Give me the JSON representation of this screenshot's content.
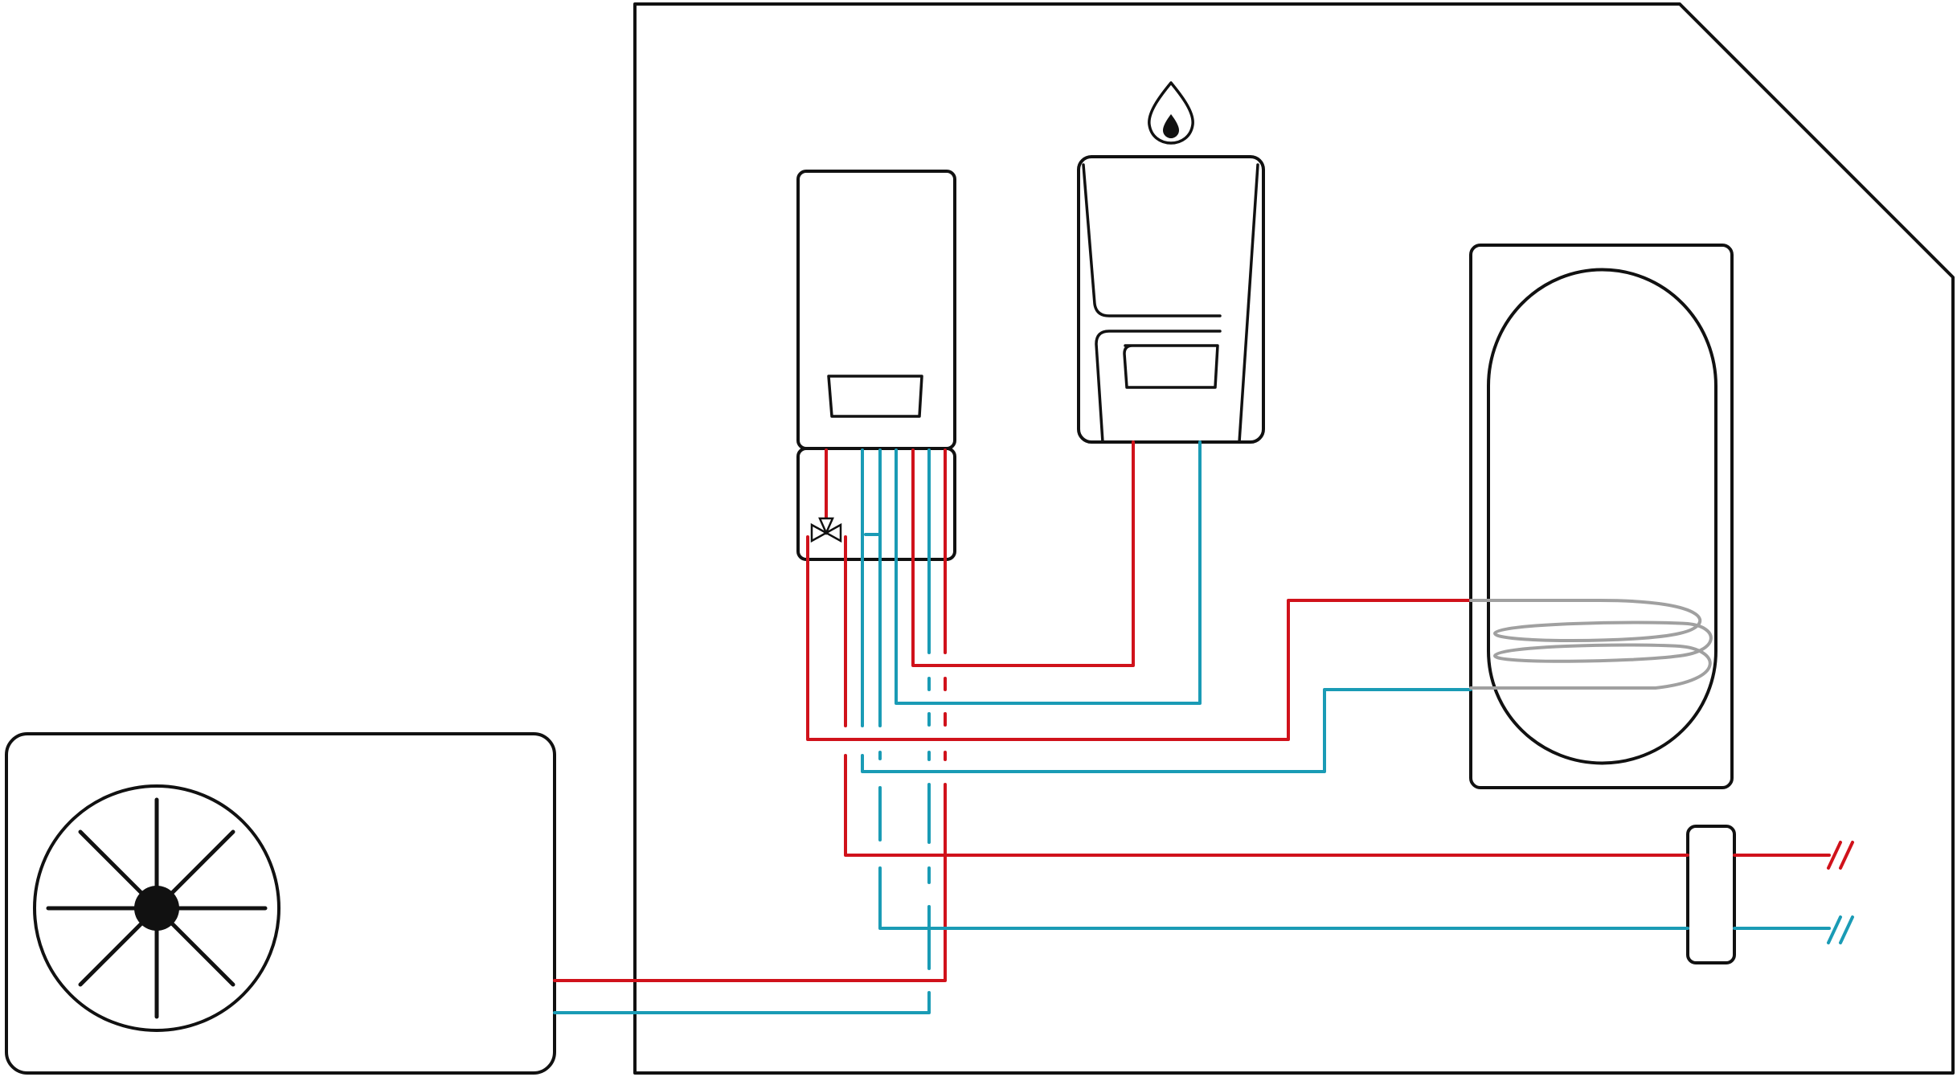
{
  "diagram": {
    "components": [
      {
        "id": "heat-pump-outdoor-unit",
        "icon": "fan-icon"
      },
      {
        "id": "indoor-hydraulic-module",
        "icon": "three-way-valve-icon"
      },
      {
        "id": "gas-boiler",
        "icon": "flame-icon"
      },
      {
        "id": "hot-water-cylinder",
        "icon": "heating-coil-icon"
      },
      {
        "id": "heating-circuit-separator"
      },
      {
        "id": "building-outline"
      }
    ],
    "colors": {
      "flow_pipe": "#d0121b",
      "return_pipe": "#1a9bb5",
      "coil": "#a0a0a0",
      "outline": "#111111",
      "background": "#ffffff"
    }
  }
}
